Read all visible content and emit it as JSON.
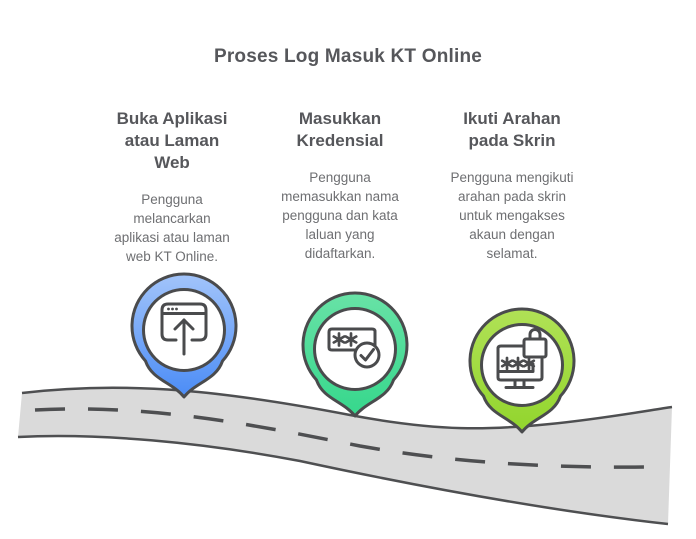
{
  "title": "Proses Log Masuk KT Online",
  "steps": [
    {
      "heading": "Buka Aplikasi\natau Laman\nWeb",
      "description": "Pengguna\nmelancarkan\naplikasi atau laman\nweb KT Online.",
      "icon": "browser-launch-icon",
      "pin_color_top": "#a2c4fa",
      "pin_color_bottom": "#4b8cf6"
    },
    {
      "heading": "Masukkan\nKredensial",
      "description": "Pengguna\nmemasukkan nama\npengguna dan kata\nlaluan yang\ndidaftarkan.",
      "icon": "password-check-icon",
      "pin_color_top": "#68e2a6",
      "pin_color_bottom": "#36d78c"
    },
    {
      "heading": "Ikuti Arahan\npada Skrin",
      "description": "Pengguna mengikuti\narahan pada skrin\nuntuk mengakses\nakaun dengan\nselamat.",
      "icon": "secure-login-icon",
      "pin_color_top": "#b0e156",
      "pin_color_bottom": "#92d52d"
    }
  ],
  "road": {
    "fill": "#dadada",
    "edge_color": "#4e4f51",
    "dash_color": "#4e4f51"
  },
  "text_colors": {
    "heading": "#56575b",
    "body": "#6e6f72"
  },
  "outline_color": "#4a4b4d"
}
